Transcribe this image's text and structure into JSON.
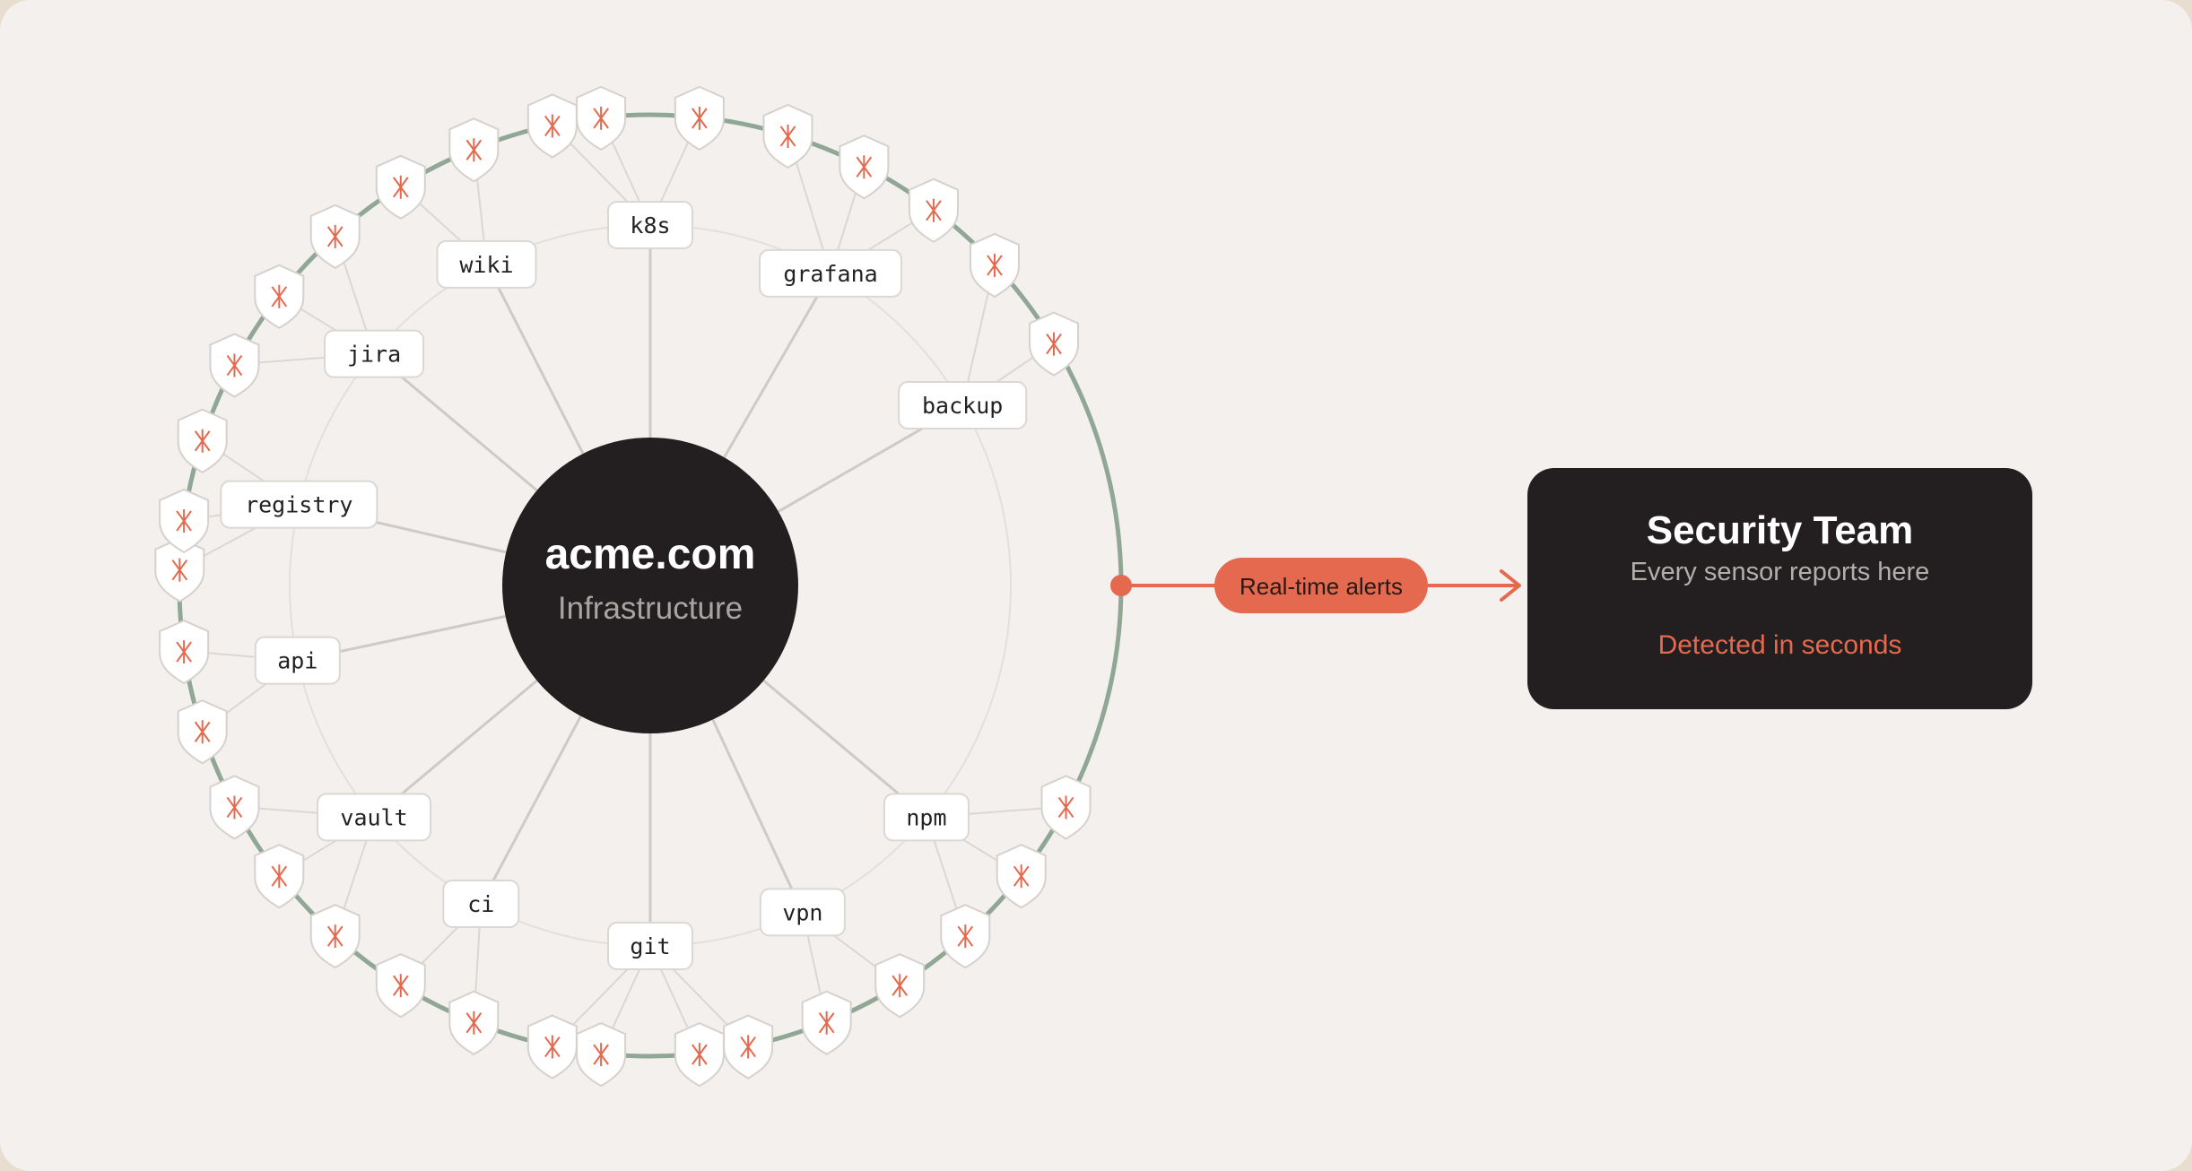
{
  "hub": {
    "title": "acme.com",
    "subtitle": "Infrastructure"
  },
  "services": [
    "k8s",
    "grafana",
    "backup",
    "npm",
    "vpn",
    "git",
    "ci",
    "vault",
    "api",
    "registry",
    "jira",
    "wiki"
  ],
  "sensor_count": 32,
  "alert": {
    "label": "Real-time alerts"
  },
  "team": {
    "title": "Security Team",
    "subtitle": "Every sensor reports here",
    "status": "Detected in seconds"
  },
  "colors": {
    "hub": "#231f20",
    "ring": "#8fa794",
    "accent": "#e4694e",
    "spoke": "#cfcac6",
    "card": "#231f20",
    "background": "#f3f0ed"
  },
  "icons": {
    "sensor": "shield-sensor-icon",
    "connector": "connector-dot-icon",
    "arrow": "arrow-right-icon"
  }
}
